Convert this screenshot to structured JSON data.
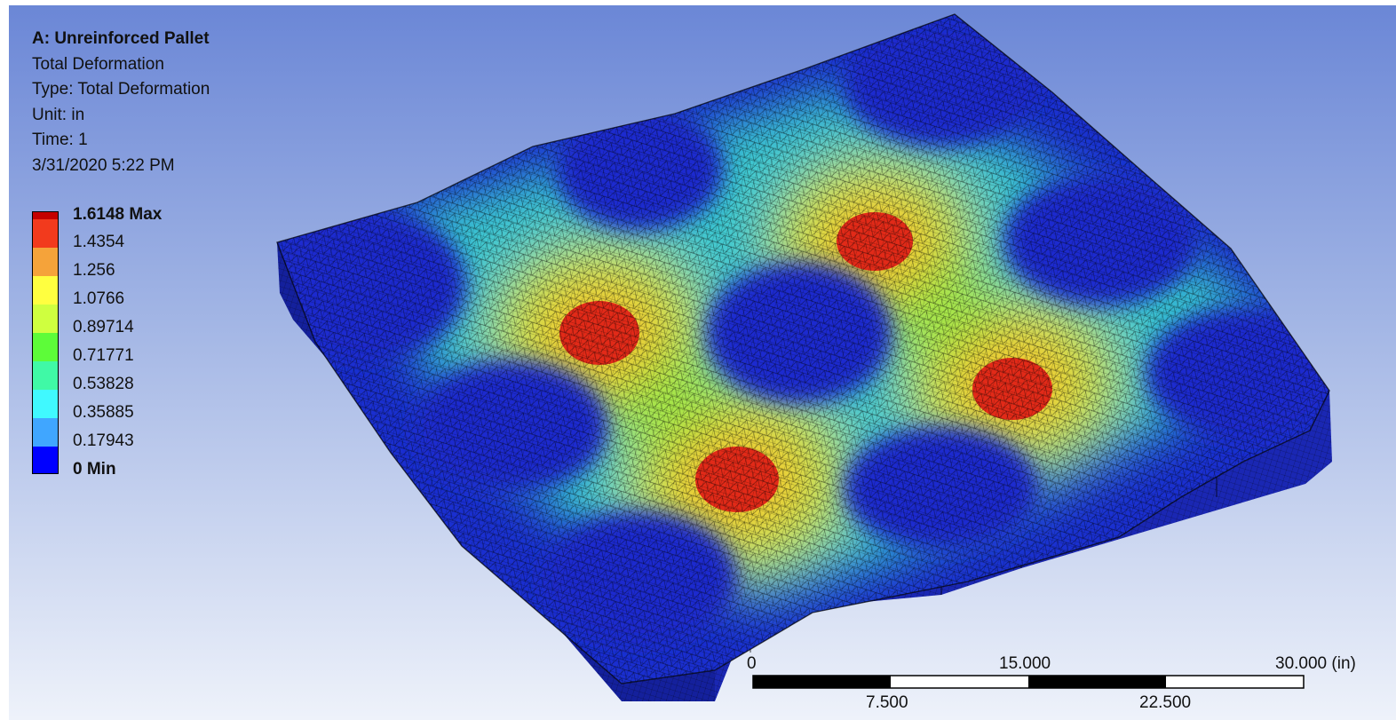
{
  "info": {
    "title": "A: Unreinforced Pallet",
    "result": "Total Deformation",
    "type": "Type: Total Deformation",
    "unit": "Unit: in",
    "time": "Time: 1",
    "timestamp": "3/31/2020 5:22 PM"
  },
  "legend": {
    "labels": [
      "1.6148 Max",
      "1.4354",
      "1.256",
      "1.0766",
      "0.89714",
      "0.71771",
      "0.53828",
      "0.35885",
      "0.17943",
      "0 Min"
    ],
    "colors": [
      "#c40000",
      "#f23a1d",
      "#f5a33a",
      "#ffff40",
      "#cfff3f",
      "#5dfc39",
      "#40f9a6",
      "#40f9ff",
      "#40a6ff",
      "#0000ff"
    ]
  },
  "scale_bar": {
    "top_labels": [
      "0",
      "15.000",
      "30.000 (in)"
    ],
    "bottom_labels": [
      "7.500",
      "22.500"
    ]
  }
}
